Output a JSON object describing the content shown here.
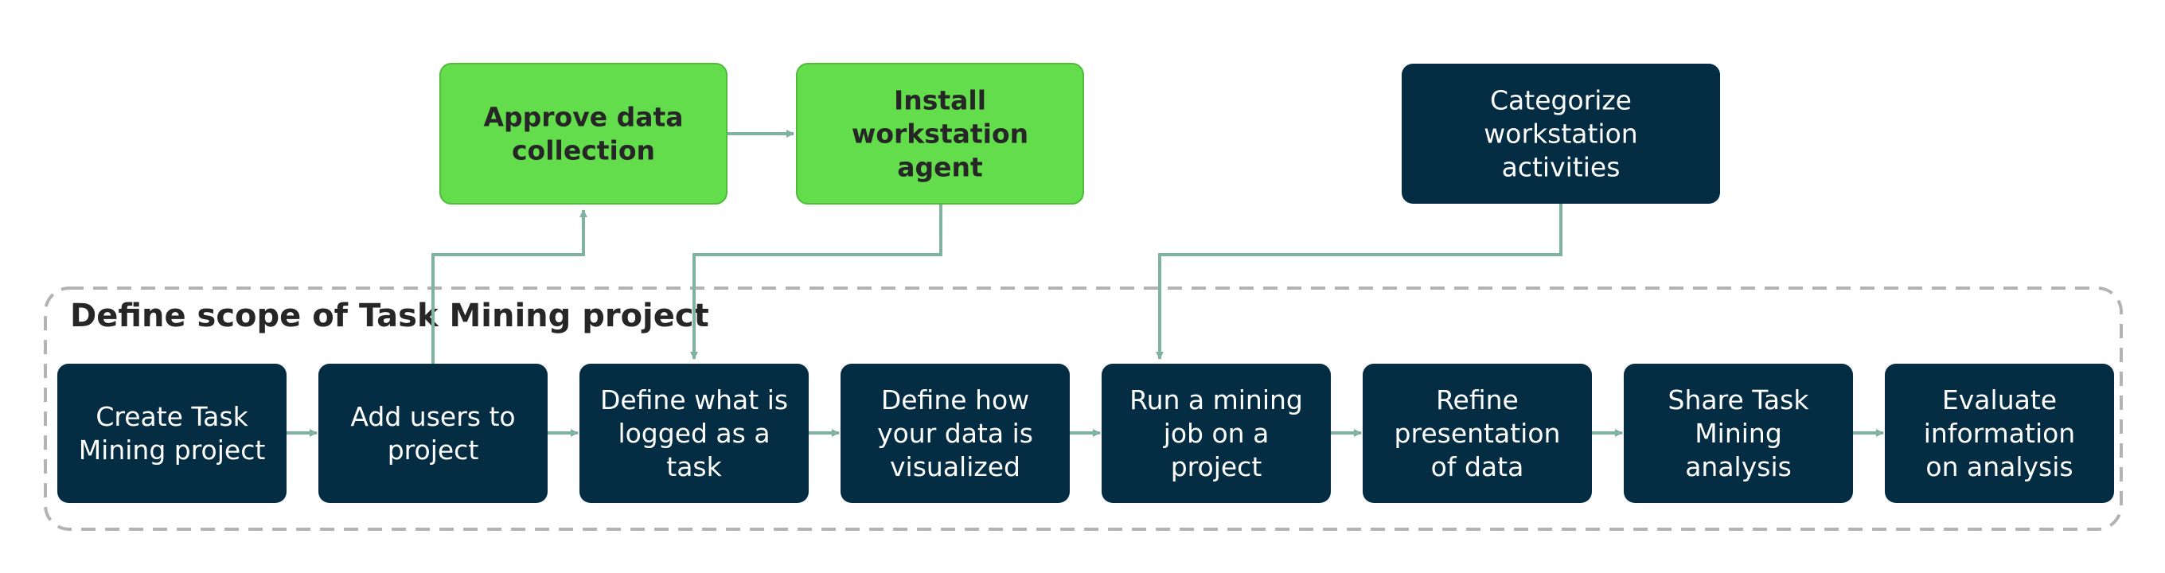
{
  "colors": {
    "dark_node": "#042d43",
    "green_node": "#63dd4c",
    "green_border": "#4fbb3a",
    "dark_text": "#ffffff",
    "green_text": "#262626",
    "arrow": "#7fb3a0",
    "group_border": "#b3b3b3",
    "group_title": "#262626"
  },
  "group": {
    "title": "Define scope of Task Mining project"
  },
  "nodes": [
    {
      "id": "create-task-mining-project",
      "style": "dark",
      "lines": [
        "Create Task",
        "Mining project"
      ]
    },
    {
      "id": "add-users-to-project",
      "style": "dark",
      "lines": [
        "Add users to",
        "project"
      ]
    },
    {
      "id": "define-what-is-logged",
      "style": "dark",
      "lines": [
        "Define what is",
        "logged as a",
        "task"
      ]
    },
    {
      "id": "define-how-data-visualized",
      "style": "dark",
      "lines": [
        "Define how",
        "your data is",
        "visualized"
      ]
    },
    {
      "id": "run-mining-job",
      "style": "dark",
      "lines": [
        "Run a mining",
        "job on a",
        "project"
      ]
    },
    {
      "id": "refine-presentation",
      "style": "dark",
      "lines": [
        "Refine",
        "presentation",
        "of data"
      ]
    },
    {
      "id": "share-task-mining-analysis",
      "style": "dark",
      "lines": [
        "Share Task",
        "Mining",
        "analysis"
      ]
    },
    {
      "id": "evaluate-information",
      "style": "dark",
      "lines": [
        "Evaluate",
        "information",
        "on analysis"
      ]
    },
    {
      "id": "approve-data-collection",
      "style": "green",
      "lines": [
        "Approve data",
        "collection"
      ]
    },
    {
      "id": "install-workstation-agent",
      "style": "green",
      "lines": [
        "Install",
        "workstation",
        "agent"
      ]
    },
    {
      "id": "categorize-workstation-activities",
      "style": "dark",
      "lines": [
        "Categorize",
        "workstation",
        "activities"
      ]
    }
  ],
  "edges": [
    {
      "from": "create-task-mining-project",
      "to": "add-users-to-project"
    },
    {
      "from": "add-users-to-project",
      "to": "define-what-is-logged"
    },
    {
      "from": "define-what-is-logged",
      "to": "define-how-data-visualized"
    },
    {
      "from": "define-how-data-visualized",
      "to": "run-mining-job"
    },
    {
      "from": "run-mining-job",
      "to": "refine-presentation"
    },
    {
      "from": "refine-presentation",
      "to": "share-task-mining-analysis"
    },
    {
      "from": "share-task-mining-analysis",
      "to": "evaluate-information"
    },
    {
      "from": "add-users-to-project",
      "to": "approve-data-collection"
    },
    {
      "from": "approve-data-collection",
      "to": "install-workstation-agent"
    },
    {
      "from": "install-workstation-agent",
      "to": "define-what-is-logged"
    },
    {
      "from": "categorize-workstation-activities",
      "to": "run-mining-job"
    }
  ]
}
